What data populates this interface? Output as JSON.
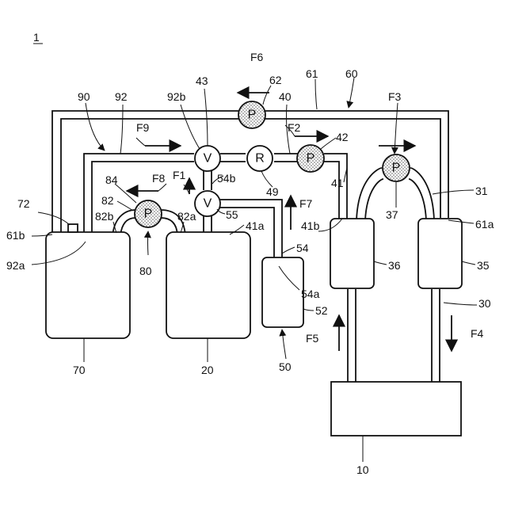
{
  "figure_number": "1",
  "device_labels": {
    "pump": "P",
    "valve": "V",
    "regulator": "R"
  },
  "refs": {
    "r10": "10",
    "r20": "20",
    "r30": "30",
    "r31": "31",
    "r35": "35",
    "r36": "36",
    "r37": "37",
    "r40": "40",
    "r41": "41",
    "r41a": "41a",
    "r41b": "41b",
    "r42": "42",
    "r43": "43",
    "r49": "49",
    "r50": "50",
    "r52": "52",
    "r54": "54",
    "r54a": "54a",
    "r54b": "54b",
    "r55": "55",
    "r60": "60",
    "r61": "61",
    "r61a": "61a",
    "r61b": "61b",
    "r62": "62",
    "r70": "70",
    "r72": "72",
    "r80": "80",
    "r82": "82",
    "r82a": "82a",
    "r82b": "82b",
    "r84": "84",
    "r90": "90",
    "r92": "92",
    "r92a": "92a",
    "r92b": "92b"
  },
  "flows": {
    "F1": "F1",
    "F2": "F2",
    "F3": "F3",
    "F4": "F4",
    "F5": "F5",
    "F6": "F6",
    "F7": "F7",
    "F8": "F8",
    "F9": "F9"
  }
}
